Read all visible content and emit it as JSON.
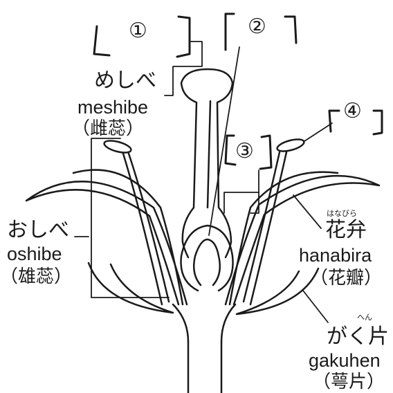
{
  "diagram": {
    "markers": {
      "m1": "①",
      "m2": "②",
      "m3": "③",
      "m4": "④"
    },
    "meshibe": {
      "japanese": "めしべ",
      "romaji": "meshibe",
      "kanji": "（雌蕊）"
    },
    "oshibe": {
      "japanese": "おしべ",
      "romaji": "oshibe",
      "kanji": "（雄蕊）"
    },
    "hanabira": {
      "ruby": "はなびら",
      "japanese": "花弁",
      "romaji": "hanabira",
      "kanji": "（花瓣）"
    },
    "gakuhen": {
      "ruby": "へん",
      "japanese": "がく片",
      "romaji": "gakuhen",
      "kanji": "（萼片）"
    }
  }
}
